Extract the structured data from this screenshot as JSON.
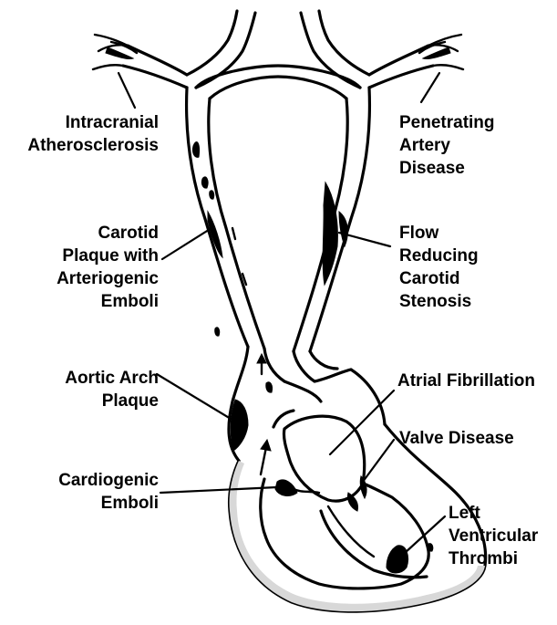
{
  "labels": {
    "intracranial": [
      "Intracranial",
      "Atherosclerosis"
    ],
    "penetrating": [
      "Penetrating",
      "Artery",
      "Disease"
    ],
    "carotid_plaque": [
      "Carotid",
      "Plaque with",
      "Arteriogenic",
      "Emboli"
    ],
    "flow_reducing": [
      "Flow",
      "Reducing",
      "Carotid",
      "Stenosis"
    ],
    "aortic_arch": [
      "Aortic Arch",
      "Plaque"
    ],
    "atrial_fib": [
      "Atrial Fibrillation"
    ],
    "valve_disease": [
      "Valve Disease"
    ],
    "cardiogenic": [
      "Cardiogenic",
      "Emboli"
    ],
    "lv_thrombi": [
      "Left",
      "Ventricular",
      "Thrombi"
    ]
  }
}
